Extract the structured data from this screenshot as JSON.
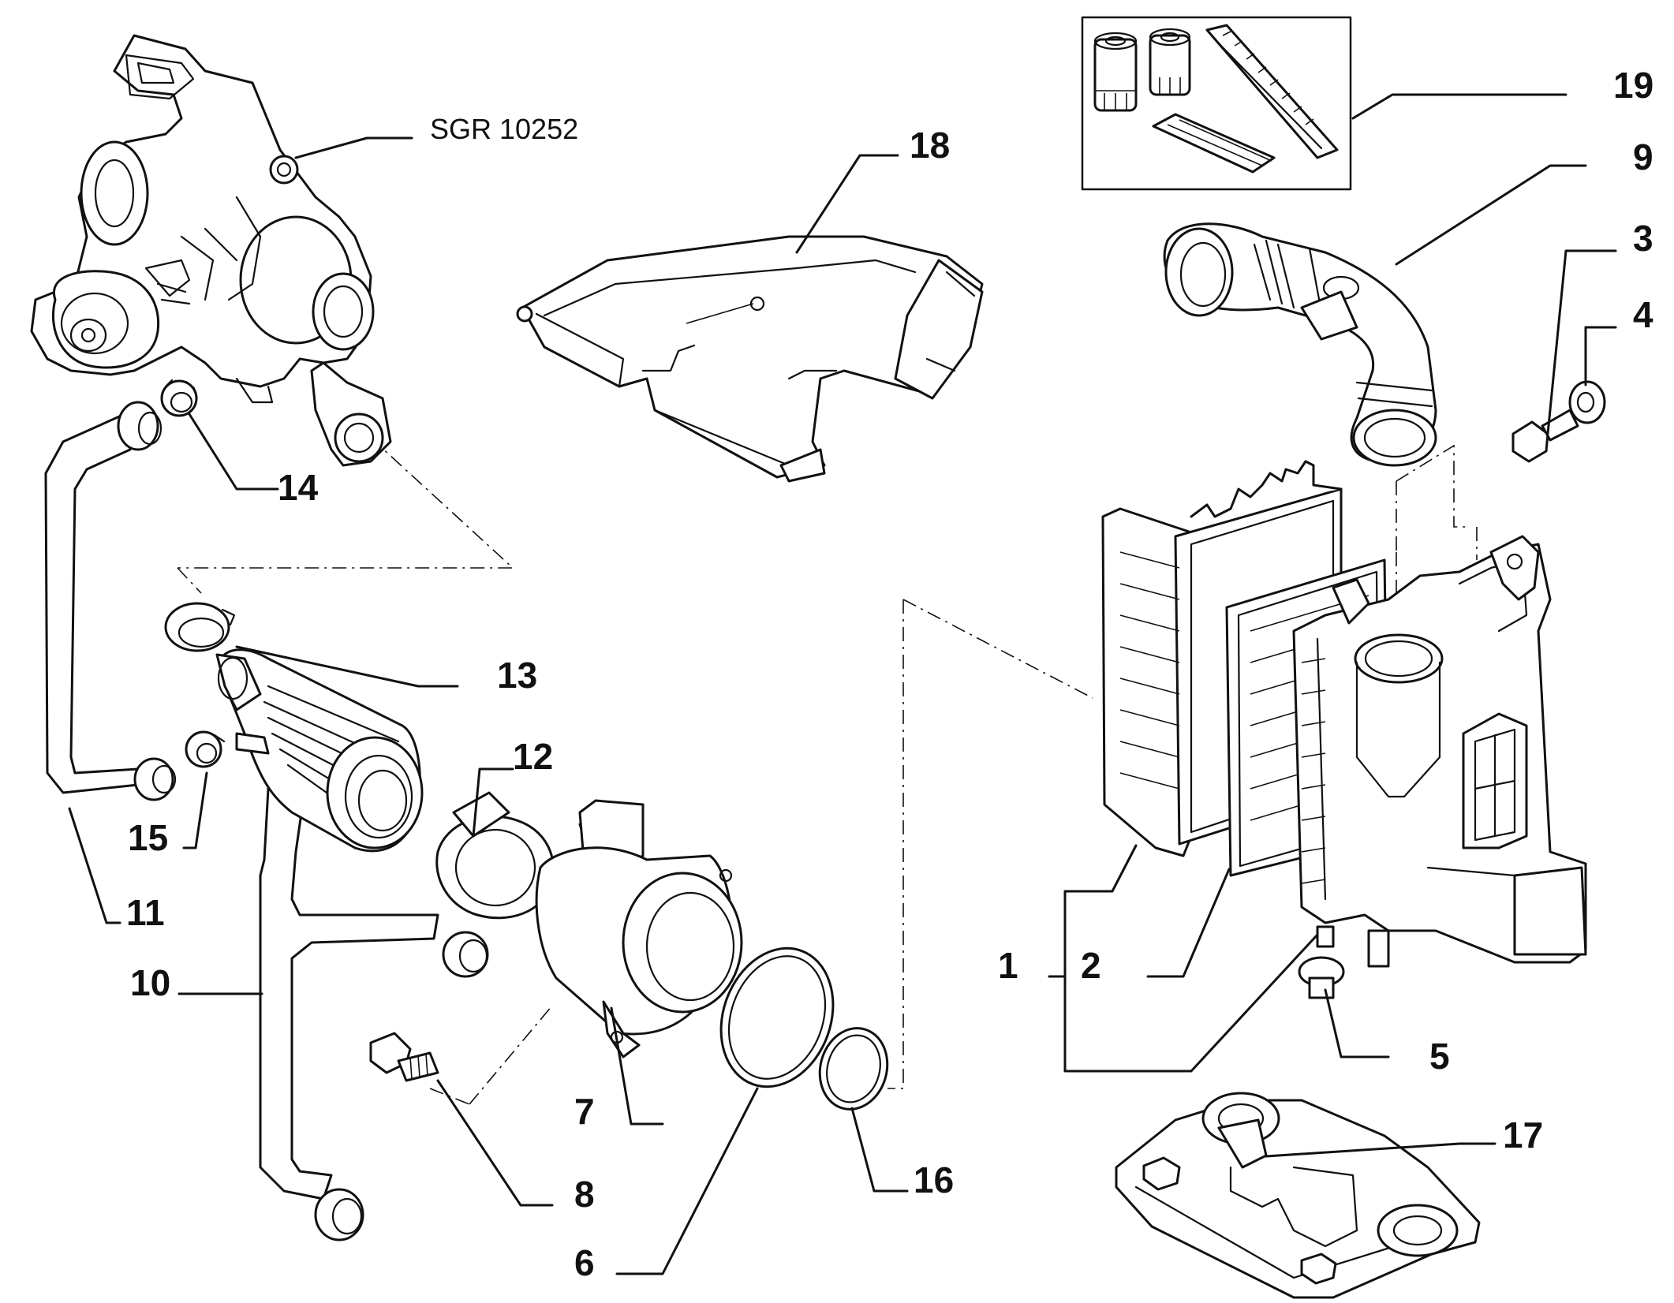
{
  "reference_code": "SGR 10252",
  "callouts": [
    "1",
    "2",
    "3",
    "4",
    "5",
    "6",
    "7",
    "8",
    "9",
    "10",
    "11",
    "12",
    "13",
    "14",
    "15",
    "16",
    "17",
    "18",
    "19"
  ]
}
